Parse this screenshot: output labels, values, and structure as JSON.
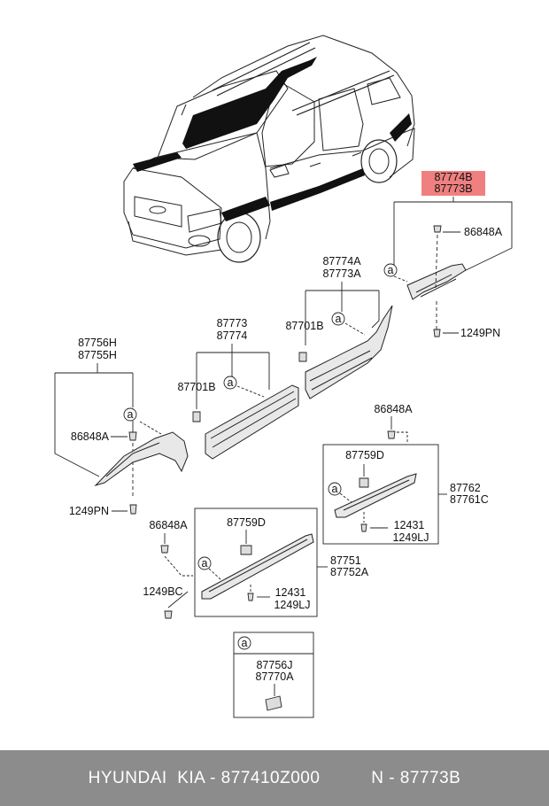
{
  "callout_letter": "a",
  "labels": {
    "rear_top": [
      "87774B",
      "87773B"
    ],
    "rear_clip": "86848A",
    "rear_screw": "1249PN",
    "rear_door": [
      "87774A",
      "87773A"
    ],
    "clip_87701_upper": "87701B",
    "front_door": [
      "87773",
      "87774"
    ],
    "clip_87701_lower": "87701B",
    "fender": [
      "87756H",
      "87755H"
    ],
    "fender_clip": "86848A",
    "fender_screw": "1249PN",
    "rear_lower_clip": "86848A",
    "rear_lower_retainer": "87759D",
    "rear_lower_part": [
      "87762",
      "87761C"
    ],
    "rear_lower_screw": [
      "12431",
      "1249LJ"
    ],
    "front_lower_clip": "86848A",
    "front_lower_retainer": "87759D",
    "front_lower_part": [
      "87751",
      "87752A"
    ],
    "front_lower_bolt": "1249BC",
    "front_lower_screw": [
      "12431",
      "1249LJ"
    ],
    "detail_part": [
      "87756J",
      "87770A"
    ]
  },
  "highlight_color": "#f08080",
  "footer": {
    "brand": "HYUNDAI  KIA - 877410Z000",
    "part": "N - 87773B"
  }
}
